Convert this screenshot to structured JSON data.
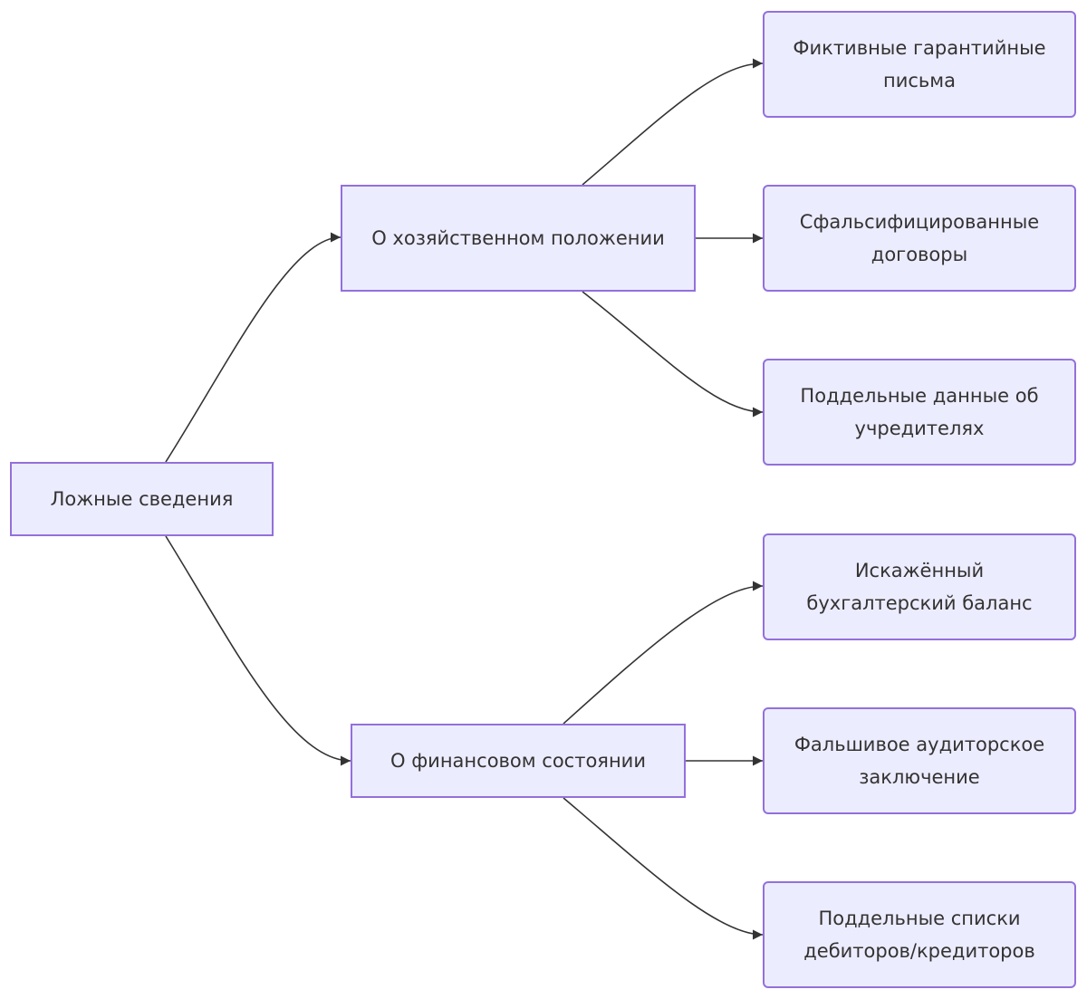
{
  "diagram": {
    "root": {
      "label": "Ложные сведения"
    },
    "branches": [
      {
        "label": "О хозяйственном положении",
        "leaves": [
          "Фиктивные гарантийные письма",
          "Сфальсифицированные договоры",
          "Поддельные данные об учредителях"
        ]
      },
      {
        "label": "О финансовом состоянии",
        "leaves": [
          "Искажённый бухгалтерский баланс",
          "Фальшивое аудиторское заключение",
          "Поддельные списки дебиторов/кредиторов"
        ]
      }
    ]
  },
  "colors": {
    "node_fill": "#ECECFF",
    "node_border": "#9370DB",
    "edge": "#333333",
    "text": "#333333"
  }
}
